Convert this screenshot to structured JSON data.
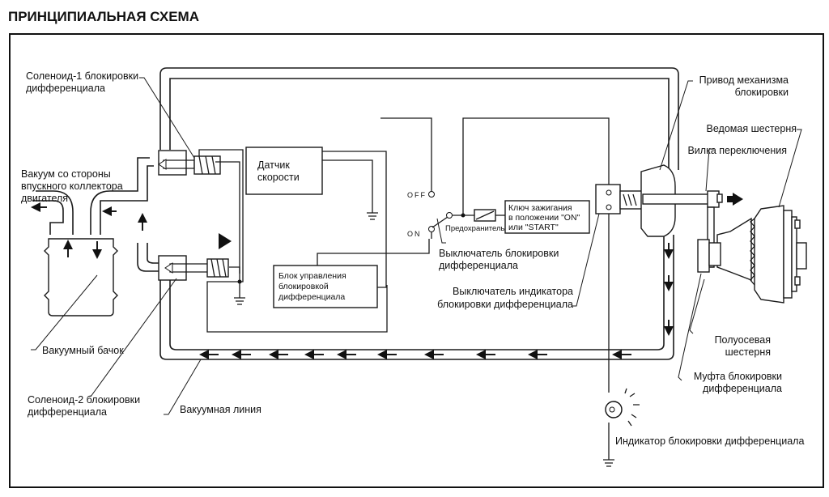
{
  "title": "ПРИНЦИПИАЛЬНАЯ СХЕМА",
  "labels": {
    "solenoid1": [
      "Соленоид-1 блокировки",
      "дифференциала"
    ],
    "vacuum_source": [
      "Вакуум со стороны",
      "впускного коллектора",
      "двигателя"
    ],
    "vacuum_tank": "Вакуумный бачок",
    "solenoid2": [
      "Соленоид-2 блокировки",
      "дифференциала"
    ],
    "vacuum_line": "Вакуумная линия",
    "speed_sensor": [
      "Датчик",
      "скорости"
    ],
    "control_unit": [
      "Блок управления",
      "блокировкой",
      "дифференциала"
    ],
    "switch_off": "OFF",
    "switch_on": "ON",
    "fuse": "Предохранитель",
    "ignition_key": [
      "Ключ зажигания",
      "в положении \"ON\"",
      "или \"START\""
    ],
    "lock_switch": [
      "Выключатель блокировки",
      "дифференциала"
    ],
    "indicator_switch": [
      "Выключатель индикатора",
      "блокировки дифференциала"
    ],
    "actuator": [
      "Привод механизма",
      "блокировки"
    ],
    "driven_gear": "Ведомая шестерня",
    "shift_fork": "Вилка переключения",
    "side_gear": [
      "Полуосевая",
      "шестерня"
    ],
    "lock_clutch": [
      "Муфта блокировки",
      "дифференциала"
    ],
    "indicator_lamp": "Индикатор блокировки дифференциала"
  }
}
